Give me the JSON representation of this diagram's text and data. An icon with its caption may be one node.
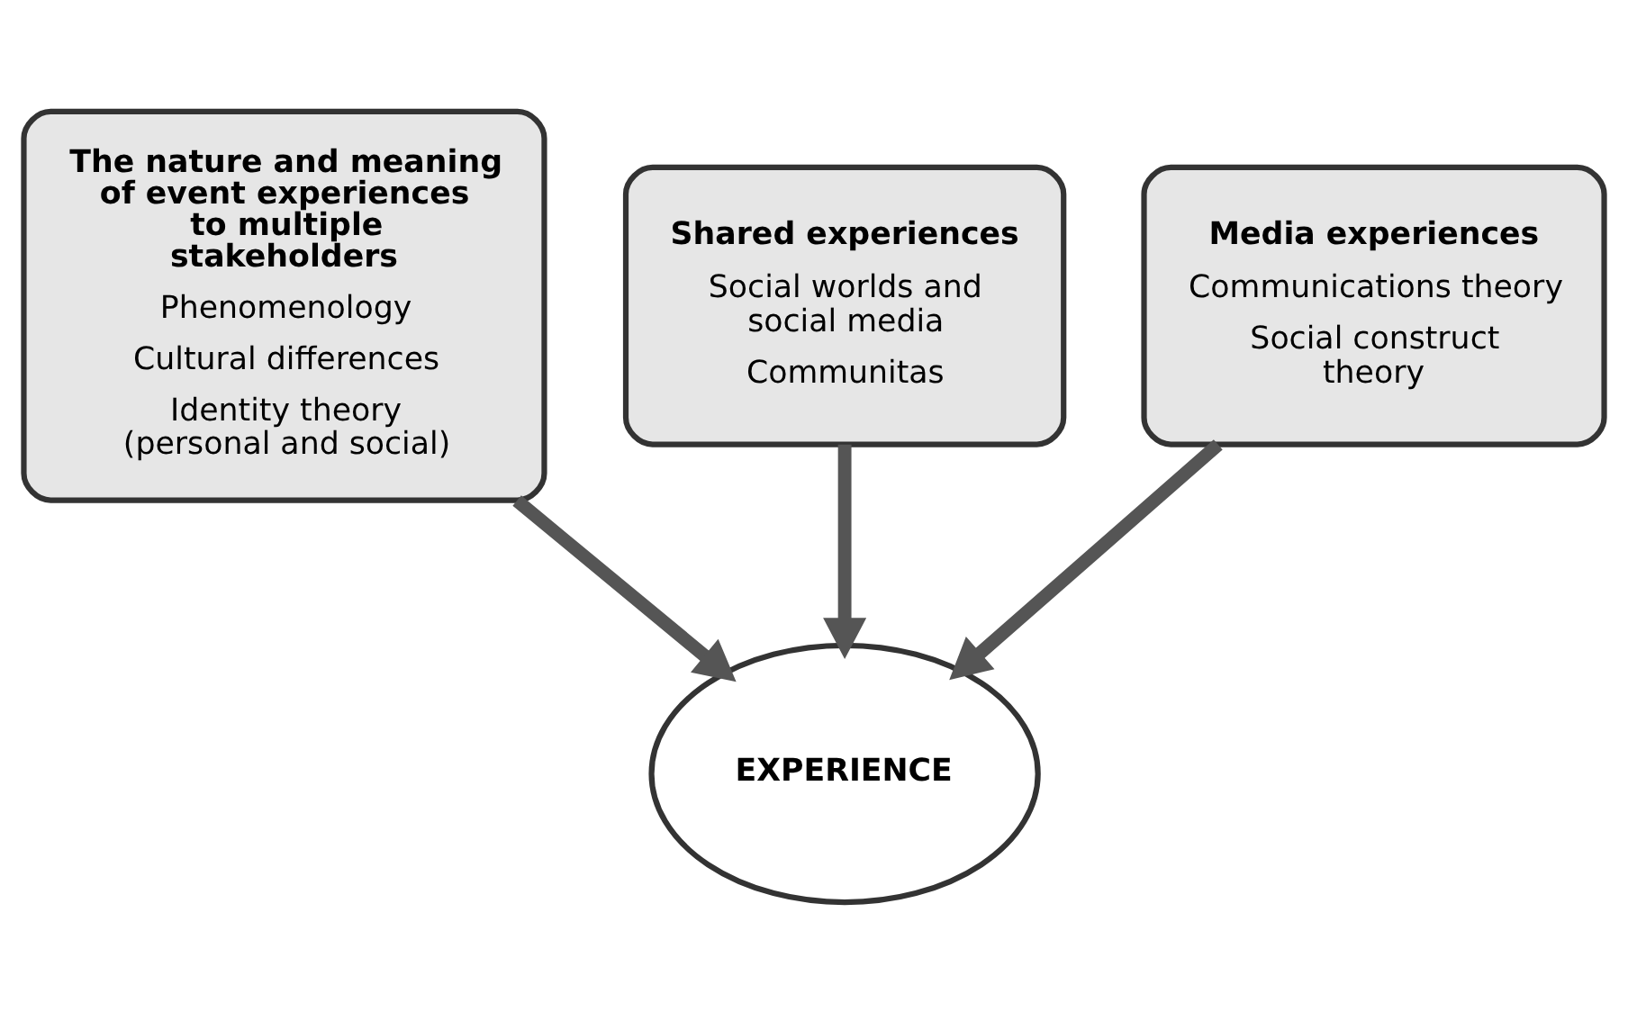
{
  "diagram": {
    "nodes": [
      {
        "text": [
          "The nature and meaning of event experiences to multiple stakeholders",
          "Phenomenology",
          "Cultural differences",
          "Identity theory (personal and social)"
        ]
      },
      {
        "text": [
          "Shared experiences",
          "Social worlds and social media",
          "Communitas"
        ]
      },
      {
        "text": [
          "Media experiences",
          "Communications theory",
          "Social construct theory"
        ]
      },
      {
        "text": [
          "EXPERIENCE"
        ]
      }
    ],
    "edges": [
      {
        "from": 0,
        "to": 3,
        "arrow": "to"
      },
      {
        "from": 1,
        "to": 3,
        "arrow": "to"
      },
      {
        "from": 2,
        "to": 3,
        "arrow": "to"
      }
    ]
  }
}
